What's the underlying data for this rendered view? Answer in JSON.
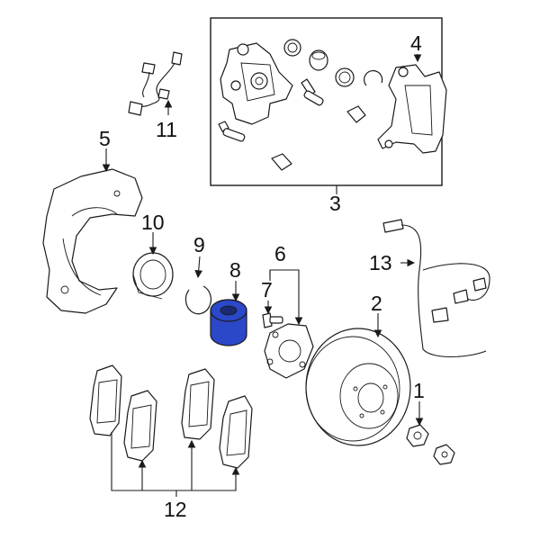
{
  "callouts": {
    "c1": "1",
    "c2": "2",
    "c3": "3",
    "c4": "4",
    "c5": "5",
    "c6": "6",
    "c7": "7",
    "c8": "8",
    "c9": "9",
    "c10": "10",
    "c11": "11",
    "c12": "12",
    "c13": "13"
  },
  "highlight_color": "#2b48c8"
}
